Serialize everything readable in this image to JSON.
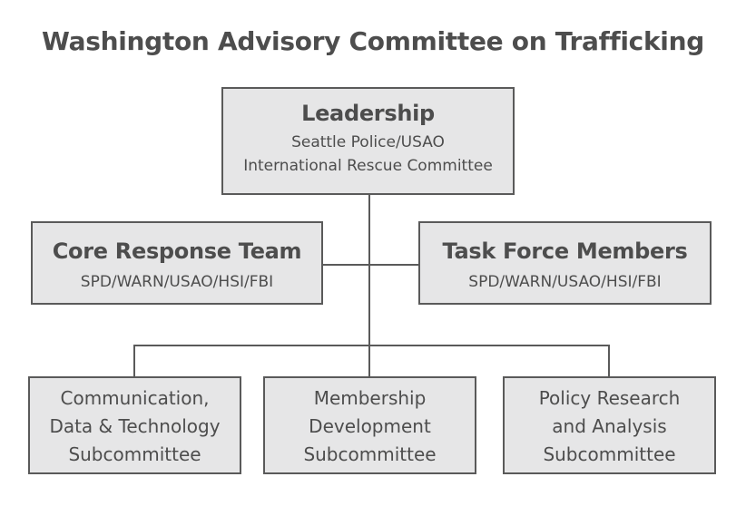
{
  "title": "Washington Advisory Committee on Trafficking",
  "leadership": {
    "heading": "Leadership",
    "lines": [
      "Seattle Police/USAO",
      "International Rescue Committee"
    ]
  },
  "core_response": {
    "heading": "Core Response Team",
    "members": "SPD/WARN/USAO/HSI/FBI"
  },
  "task_force": {
    "heading": "Task Force Members",
    "members": "SPD/WARN/USAO/HSI/FBI"
  },
  "subcommittees": [
    {
      "lines": [
        "Communication,",
        "Data & Technology",
        "Subcommittee"
      ]
    },
    {
      "lines": [
        "Membership",
        "Development",
        "Subcommittee"
      ]
    },
    {
      "lines": [
        "Policy Research",
        "and Analysis",
        "Subcommittee"
      ]
    }
  ],
  "colors": {
    "box_fill": "#e6e6e7",
    "box_border": "#5a5a5a",
    "text": "#4d4d4d",
    "connector": "#5a5a5a"
  }
}
